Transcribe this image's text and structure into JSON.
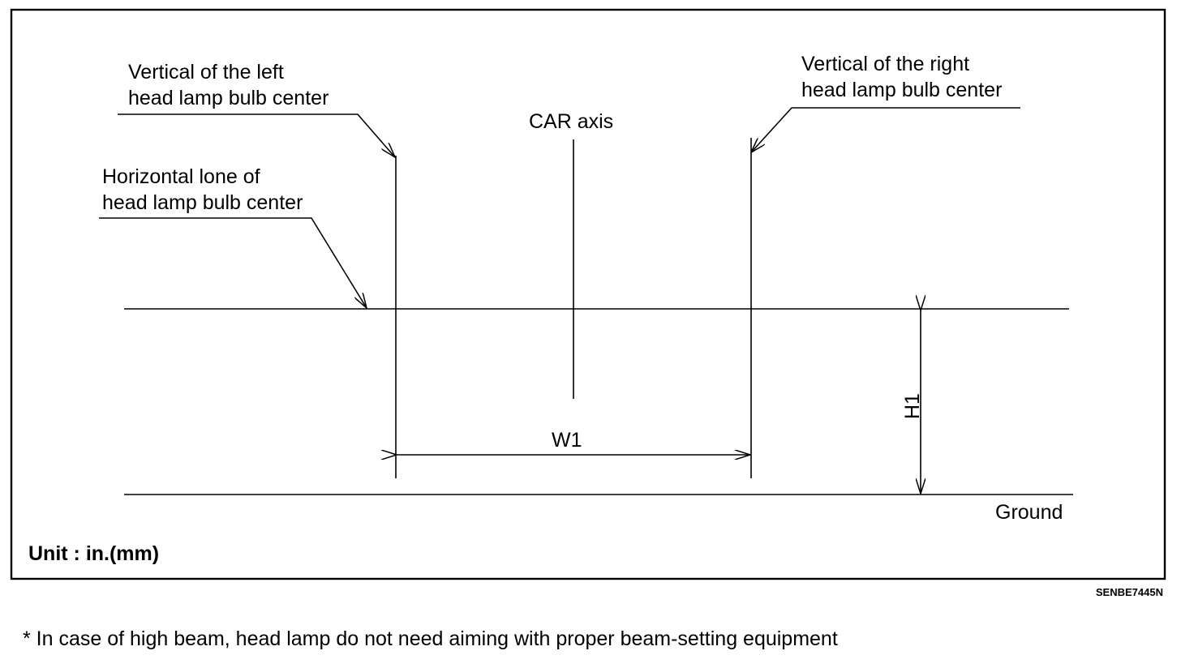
{
  "diagram": {
    "left_vertical_label": [
      "Vertical of the left",
      "head lamp bulb center"
    ],
    "right_vertical_label": [
      "Vertical of the right",
      "head lamp bulb center"
    ],
    "horizontal_label": [
      "Horizontal lone of",
      "head lamp bulb center"
    ],
    "car_axis_label": "CAR axis",
    "w1_label": "W1",
    "h1_label": "H1",
    "ground_label": "Ground",
    "unit_label": "Unit : in.(mm)"
  },
  "figure_code": "SENBE7445N",
  "footnote": "* In case of high beam, head lamp do not need aiming with proper beam-setting equipment"
}
